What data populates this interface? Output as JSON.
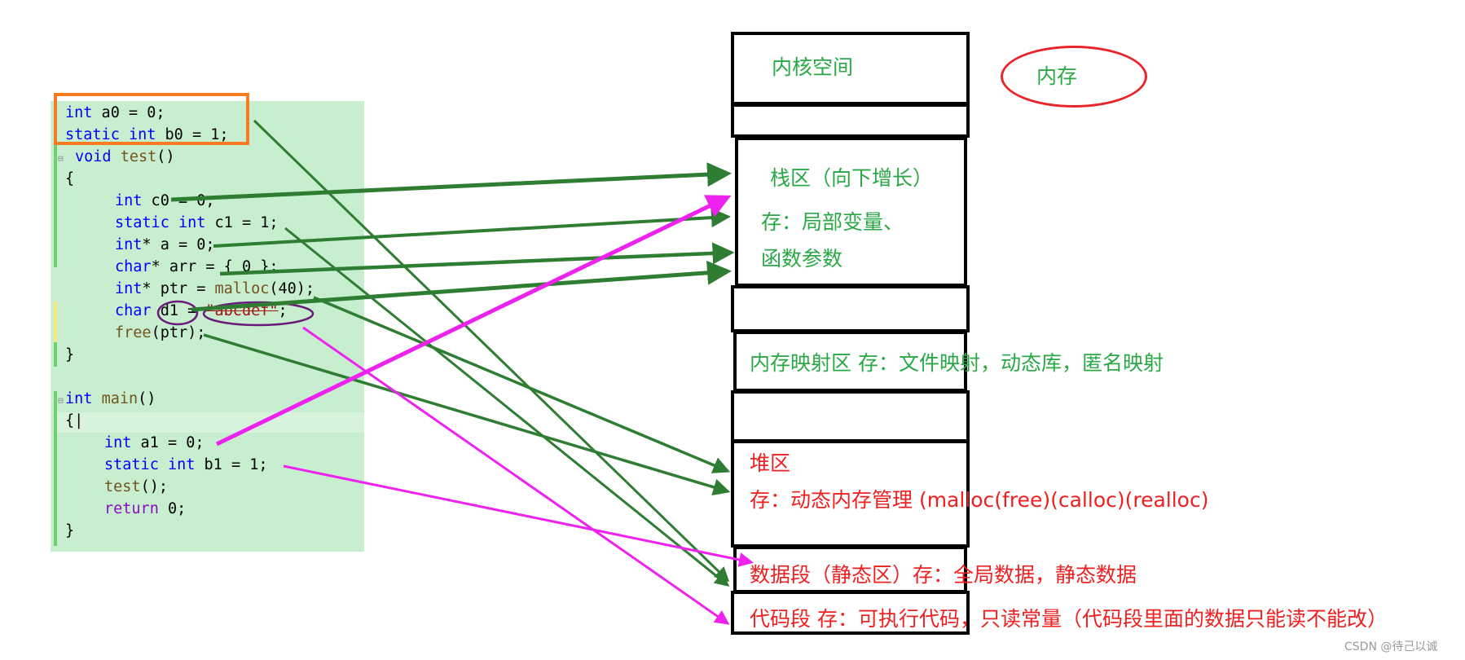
{
  "code": {
    "lines": [
      "int a0 = 0;",
      "static int b0 = 1;",
      "void test()",
      "{",
      "int c0 = 0;",
      "static int c1 = 1;",
      "int* a = 0;",
      "char* arr = { 0 };",
      "int* ptr = malloc(40);",
      "char d1 = \"abcdef\";",
      "free(ptr);",
      "}",
      "int main()",
      "{",
      "int a1 = 0;",
      "static int b1 = 1;",
      "test();",
      "return 0;",
      "}"
    ]
  },
  "memory": {
    "title": "内存",
    "kernel": "内核空间",
    "stack_title": "栈区（向下增长）",
    "stack_desc_1": "存：局部变量、",
    "stack_desc_2": "函数参数",
    "mmap": "内存映射区   存：文件映射，动态库，匿名映射",
    "heap_title": "堆区",
    "heap_desc": "存：动态内存管理   (malloc(free)(calloc)(realloc)",
    "data": "数据段（静态区）存：全局数据，静态数据",
    "code_seg": "代码段  存：可执行代码，只读常量（代码段里面的数据只能读不能改）"
  },
  "colors": {
    "green_arrow": "#2e7d32",
    "magenta_arrow": "#ee22ee",
    "green_text": "#2aa846",
    "red_text": "#ee2020",
    "global_box": "#f57c20",
    "ellipse": "#e8262a",
    "code_bg": "#c7efcf"
  },
  "watermark": "CSDN @待己以诚"
}
